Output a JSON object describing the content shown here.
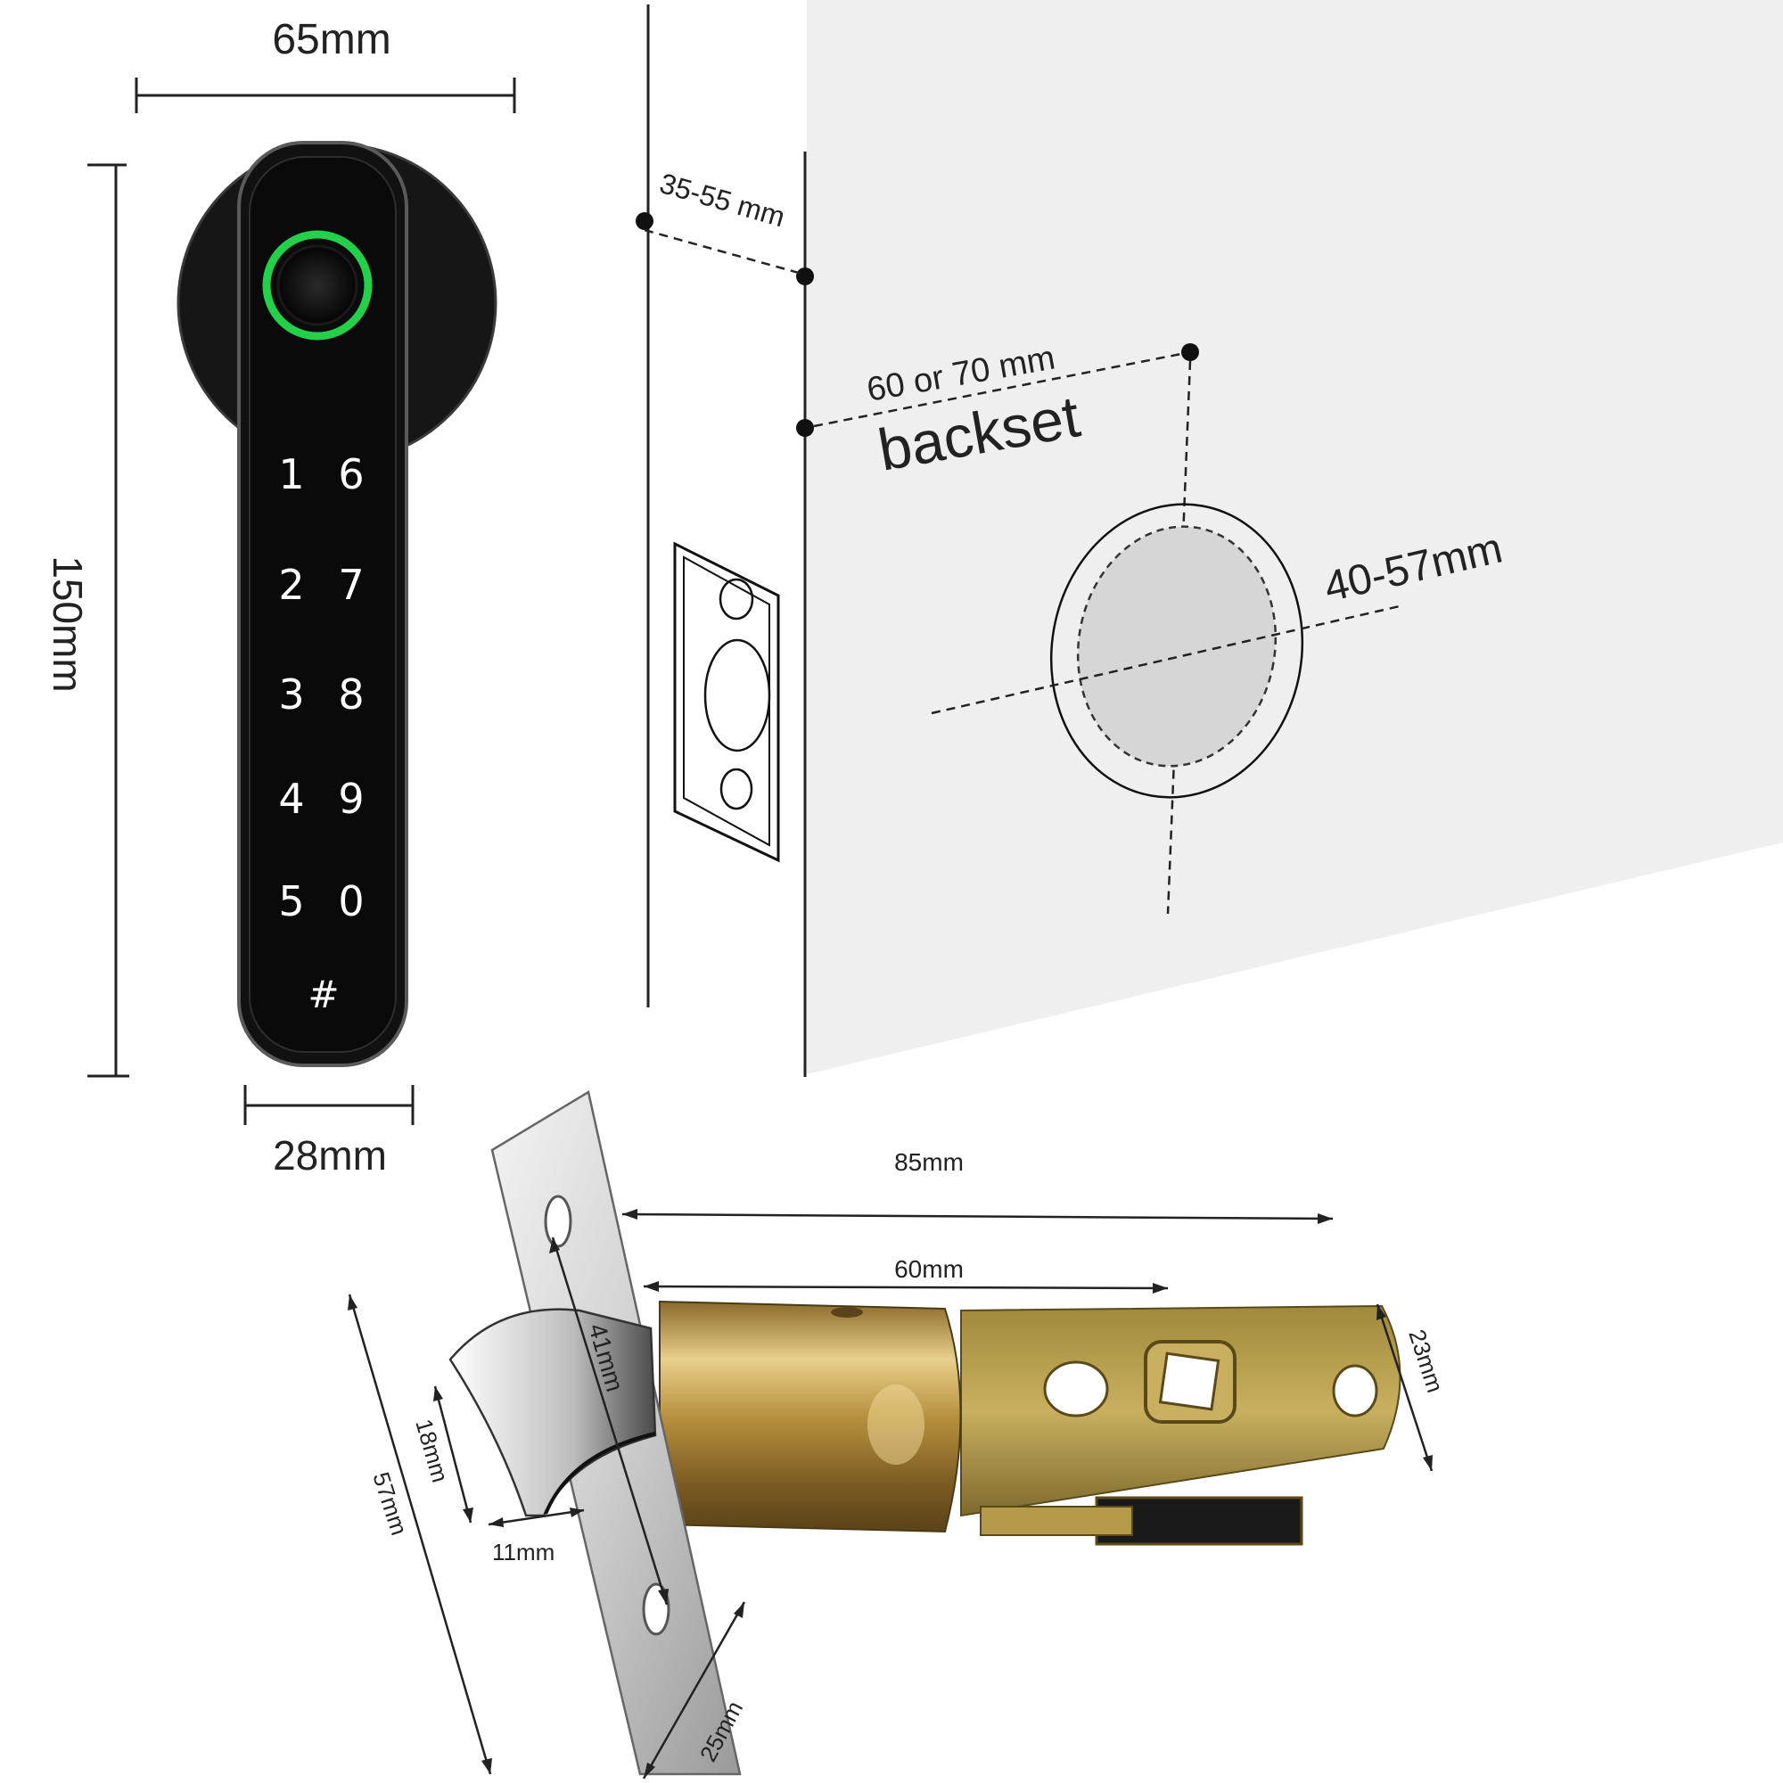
{
  "colors": {
    "background": "#ffffff",
    "door_face": "#efefef",
    "lock_body": "#111111",
    "fingerprint_ring": "#22d04a",
    "line": "#222222",
    "latch_brass": "#c5a14d",
    "latch_steel": "#d8d8d8"
  },
  "handle": {
    "width_label": "65mm",
    "height_label": "150mm",
    "handle_width_label": "28mm",
    "sensor_icon": "fingerprint-sensor-icon",
    "keys_left": [
      "1",
      "2",
      "3",
      "4",
      "5"
    ],
    "keys_right": [
      "6",
      "7",
      "8",
      "9",
      "0"
    ],
    "key_hash": "#"
  },
  "door": {
    "thickness_label": "35-55 mm",
    "backset_label": "60 or 70 mm",
    "backset_word": "backset",
    "hole_label": "40-57mm"
  },
  "latch": {
    "length_label": "85mm",
    "inner_length_label": "60mm",
    "plate_hole_label": "41mm",
    "bolt_height_label": "18mm",
    "bolt_depth_label": "11mm",
    "plate_height_label": "57mm",
    "plate_width_label": "25mm",
    "tail_height_label": "23mm"
  }
}
